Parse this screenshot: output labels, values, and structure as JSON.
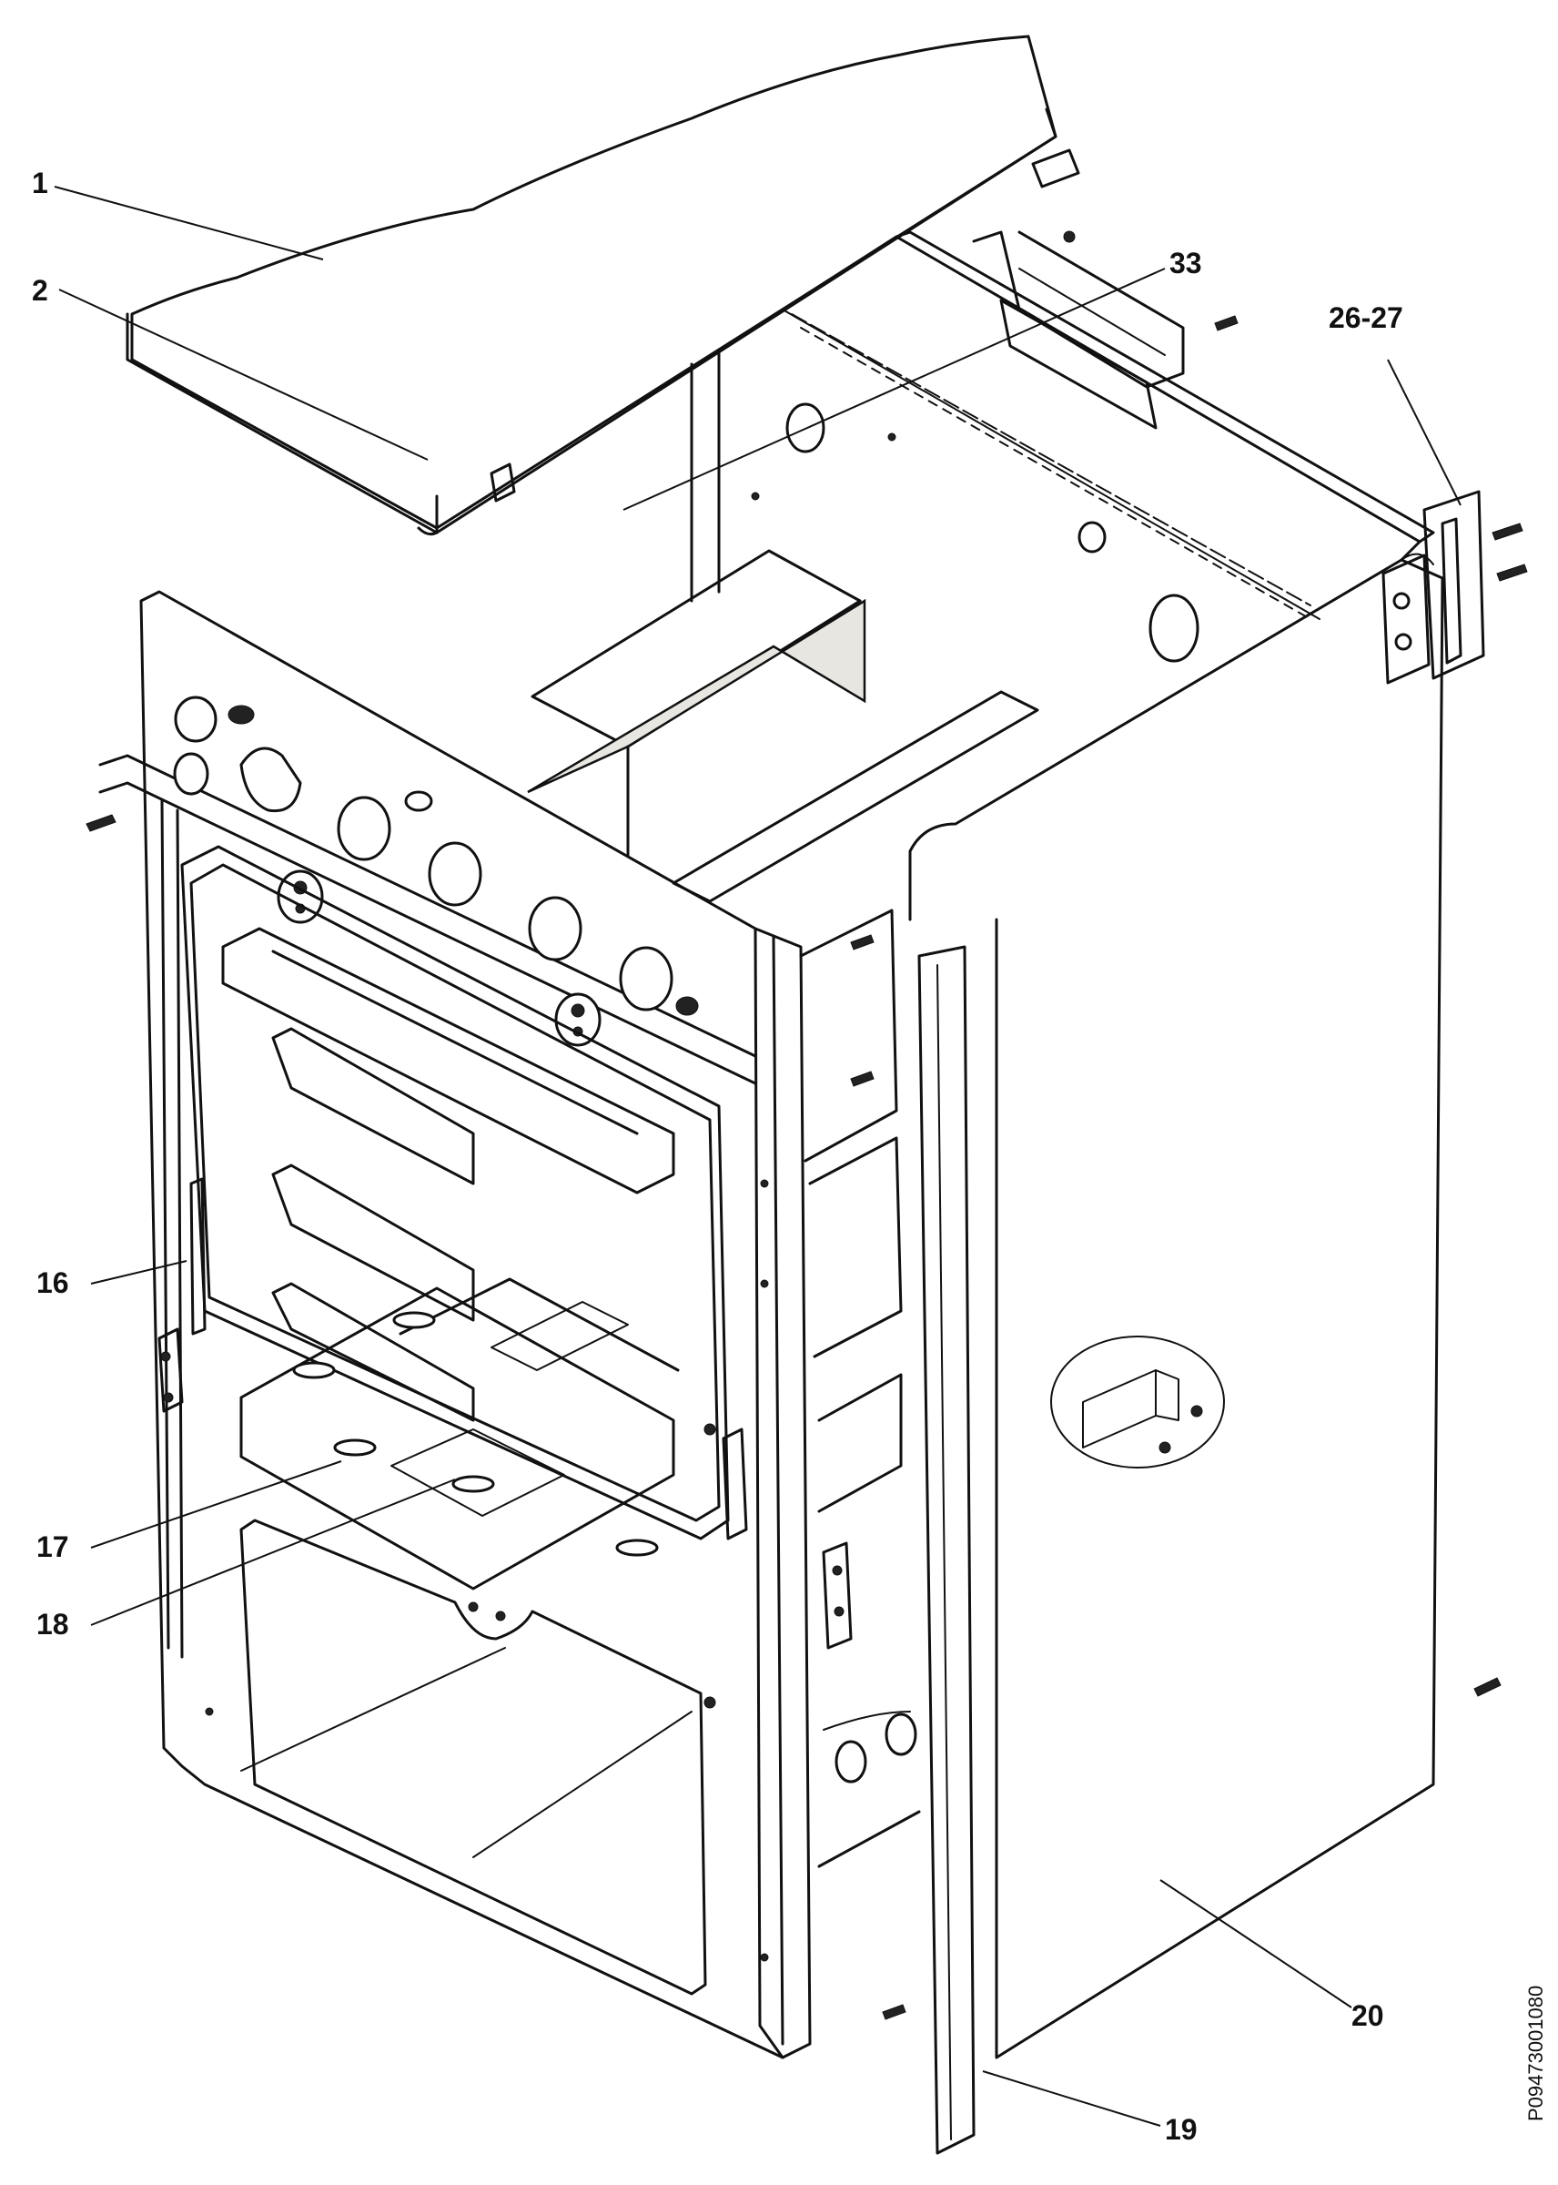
{
  "diagram": {
    "callouts": {
      "c1": "1",
      "c2": "2",
      "c33": "33",
      "c2627": "26-27",
      "c16": "16",
      "c17": "17",
      "c18": "18",
      "c19": "19",
      "c20": "20"
    },
    "drawing_code": "P09473001080"
  }
}
